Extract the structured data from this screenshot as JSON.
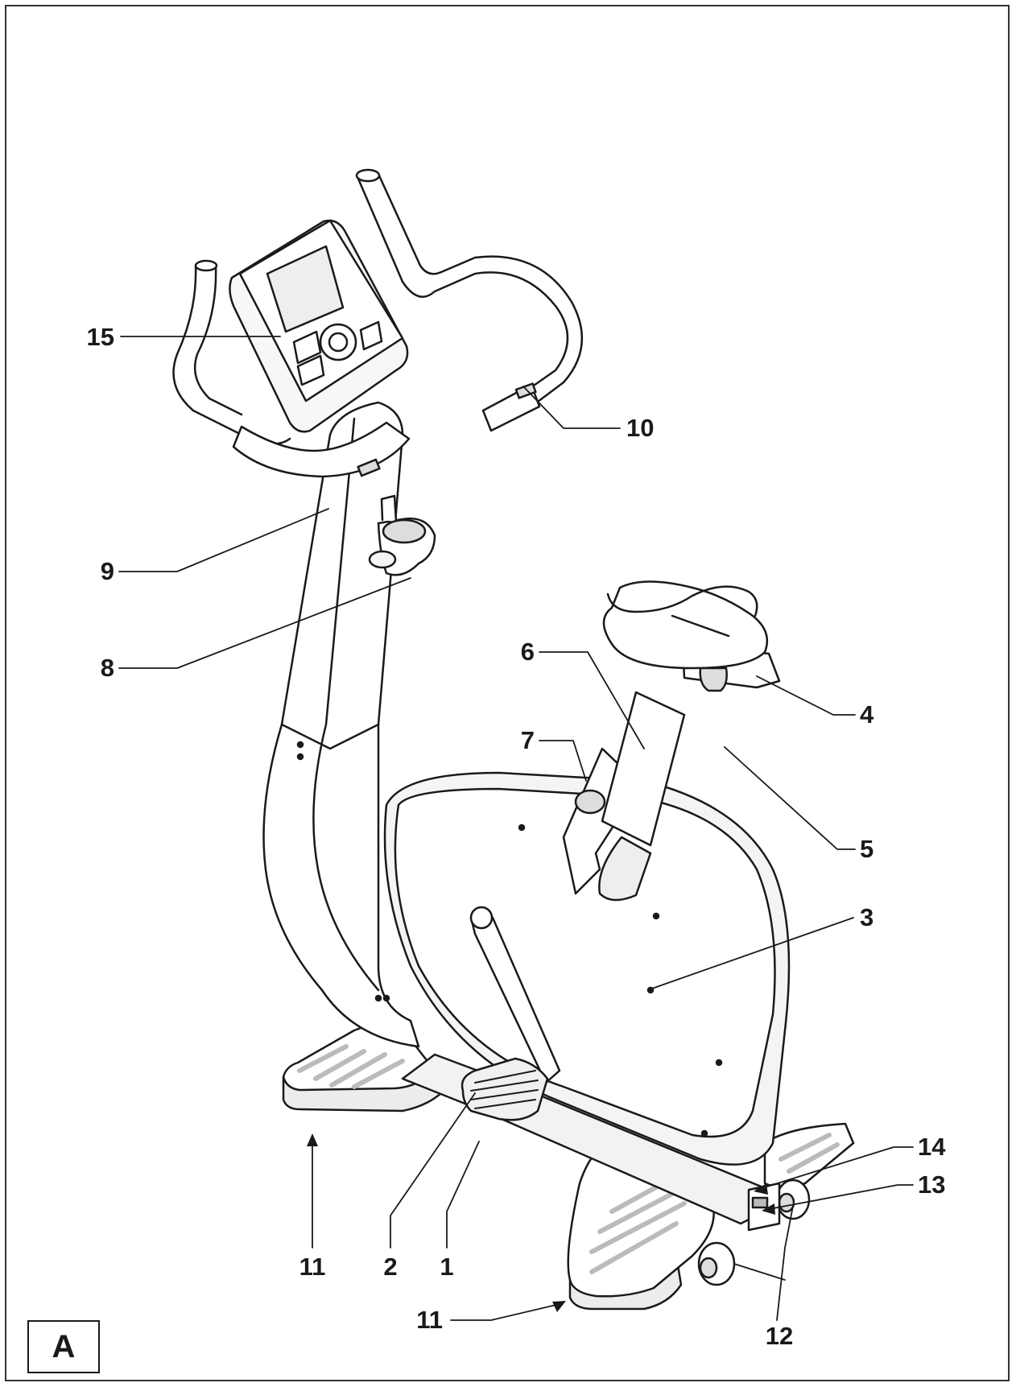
{
  "figure": {
    "panel_label": "A",
    "callouts": [
      {
        "id": "c1",
        "text": "1"
      },
      {
        "id": "c2",
        "text": "2"
      },
      {
        "id": "c3",
        "text": "3"
      },
      {
        "id": "c4",
        "text": "4"
      },
      {
        "id": "c5",
        "text": "5"
      },
      {
        "id": "c6",
        "text": "6"
      },
      {
        "id": "c7",
        "text": "7"
      },
      {
        "id": "c8",
        "text": "8"
      },
      {
        "id": "c9",
        "text": "9"
      },
      {
        "id": "c10",
        "text": "10"
      },
      {
        "id": "c11a",
        "text": "11"
      },
      {
        "id": "c11b",
        "text": "11"
      },
      {
        "id": "c12",
        "text": "12"
      },
      {
        "id": "c13",
        "text": "13"
      },
      {
        "id": "c14",
        "text": "14"
      },
      {
        "id": "c15",
        "text": "15"
      }
    ],
    "colors": {
      "line": "#1a1a1a",
      "fill": "#ffffff",
      "shade": "#e9e9e9",
      "frame": "#333333"
    }
  }
}
